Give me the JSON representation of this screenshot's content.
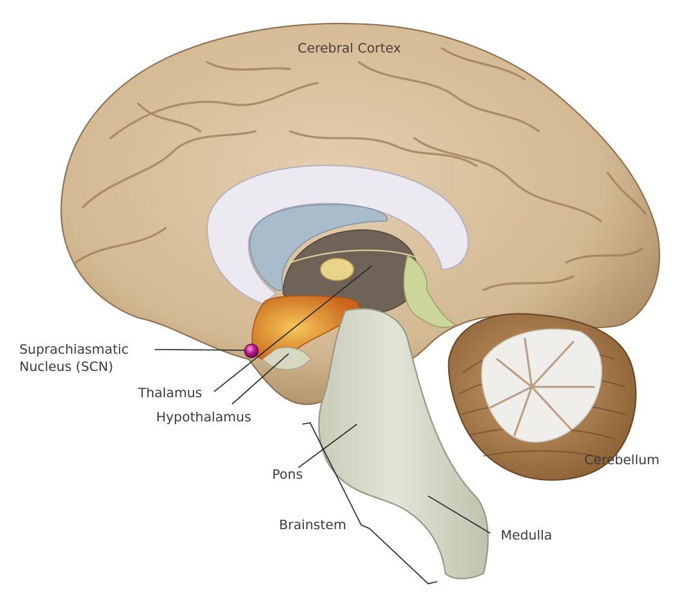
{
  "labels": {
    "cerebral_cortex": "Cerebral Cortex",
    "scn_line1": "Suprachiasmatic",
    "scn_line2": "Nucleus (SCN)",
    "thalamus": "Thalamus",
    "hypothalamus": "Hypothalamus",
    "pons": "Pons",
    "brainstem": "Brainstem",
    "medulla": "Medulla",
    "cerebellum": "Cerebellum"
  },
  "colors": {
    "cortex": "#d9c1a0",
    "cortex_shadow": "#a8875f",
    "gyrus_line": "#8a6a45",
    "corpus_callosum": "#eceaf0",
    "ventricle": "#a9bccb",
    "diencephalon": "#6f6357",
    "thalamus_nucleus": "#ead48a",
    "hypothalamus": "#e39a2a",
    "brainstem": "#d7dbc9",
    "fornix_green": "#cdd69a",
    "cerebellum_outer": "#b98c58",
    "cerebellum_white": "#f0eeea",
    "scn_dot": "#c2188e",
    "leader_line": "#2a2a2a"
  }
}
